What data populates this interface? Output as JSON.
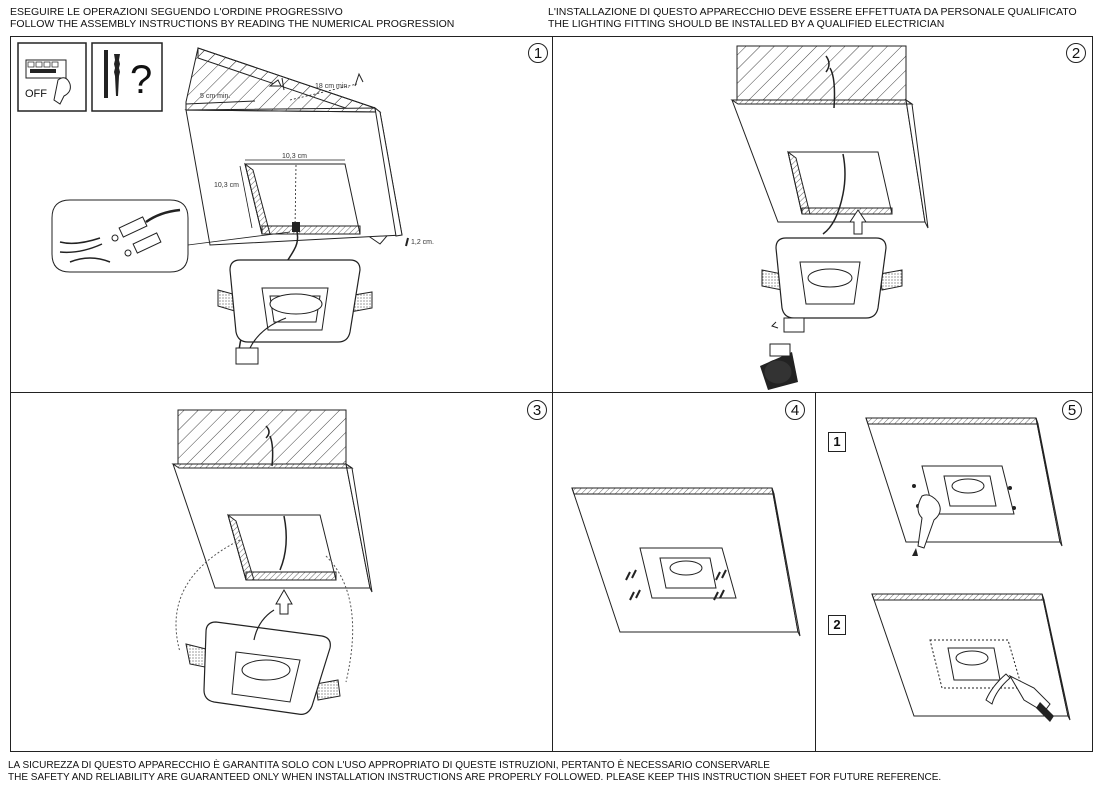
{
  "header": {
    "left_line1": "ESEGUIRE LE OPERAZIONI SEGUENDO L'ORDINE PROGRESSIVO",
    "left_line2": "FOLLOW THE ASSEMBLY INSTRUCTIONS BY READING THE NUMERICAL PROGRESSION",
    "right_line1": "L'INSTALLAZIONE DI QUESTO APPARECCHIO DEVE ESSERE EFFETTUATA DA PERSONALE QUALIFICATO",
    "right_line2": "THE LIGHTING FITTING SHOULD BE INSTALLED BY A QUALIFIED ELECTRICIAN"
  },
  "steps": {
    "s1": "1",
    "s2": "2",
    "s3": "3",
    "s4": "4",
    "s5": "5",
    "sub1": "1",
    "sub2": "2"
  },
  "step1": {
    "off_label": "OFF",
    "question_mark": "?",
    "dim_5cm": "5 cm min.",
    "dim_18cm": "18 cm min.",
    "dim_width": "10,3 cm",
    "dim_height": "10,3 cm",
    "dim_thickness": "1,2 cm."
  },
  "footer": {
    "line1": "LA SICUREZZA DI QUESTO APPARECCHIO È GARANTITA SOLO CON L'USO APPROPRIATO DI QUESTE ISTRUZIONI, PERTANTO È NECESSARIO CONSERVARLE",
    "line2": "THE SAFETY AND RELIABILITY ARE GUARANTEED ONLY WHEN INSTALLATION INSTRUCTIONS ARE PROPERLY FOLLOWED. PLEASE KEEP THIS INSTRUCTION SHEET FOR FUTURE REFERENCE."
  }
}
